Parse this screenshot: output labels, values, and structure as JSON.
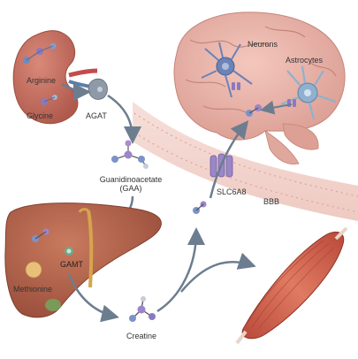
{
  "labels": {
    "arginine": "Arginine",
    "glycine": "Glycine",
    "agat": "AGAT",
    "neurons": "Neurons",
    "astrocytes": "Astrocytes",
    "gaa_line1": "Guanidinoacetate",
    "gaa_line2": "(GAA)",
    "gamt": "GAMT",
    "methionine": "Methionine",
    "slc6a8": "SLC6A8",
    "bbb": "BBB",
    "creatine": "Creatine"
  },
  "icons": [
    "kidney",
    "brain",
    "liver",
    "muscle",
    "molecule",
    "transporter",
    "neuron",
    "astrocyte"
  ]
}
